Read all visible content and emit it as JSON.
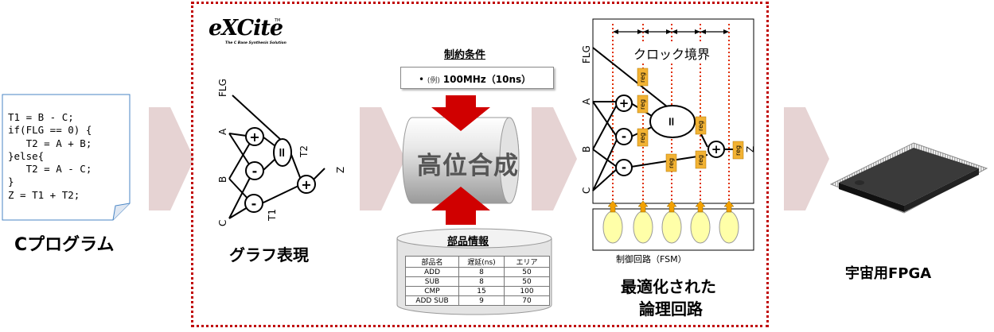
{
  "program": {
    "code": "T1 = B - C;\nif(FLG == 0) {\n   T2 = A + B;\n}else{\n   T2 = A - C;\n}\nZ = T1 + T2;",
    "caption": "Cプログラム"
  },
  "excite": {
    "logo": "eXCite",
    "tm": "TM",
    "subtitle": "The C Base Synthesis Solution"
  },
  "graph": {
    "caption": "グラフ表現",
    "inputs": [
      "FLG",
      "A",
      "B",
      "C"
    ],
    "ops": [
      "+",
      "-",
      "-",
      "+"
    ],
    "mux": "=",
    "t1": "T1",
    "t2": "T2",
    "z": "Z"
  },
  "constraint": {
    "title": "制約条件",
    "bullet": "•",
    "example": "(例)",
    "value": "100MHz（10ns）"
  },
  "synthesis": {
    "label": "高位合成"
  },
  "parts": {
    "title": "部品情報",
    "headers": [
      "部品名",
      "遅延(ns)",
      "エリア"
    ],
    "rows": [
      [
        "ADD",
        "8",
        "50"
      ],
      [
        "SUB",
        "8",
        "50"
      ],
      [
        "CMP",
        "15",
        "100"
      ],
      [
        "ADD SUB",
        "9",
        "70"
      ]
    ]
  },
  "circuit": {
    "clock_label": "クロック境界",
    "inputs": [
      "FLG",
      "A",
      "B",
      "C"
    ],
    "reg": "reg",
    "ops": [
      "+",
      "-",
      "-",
      "+"
    ],
    "mux": "=",
    "z": "Z",
    "fsm_label": "制御回路（FSM）",
    "caption_line1": "最適化された",
    "caption_line2": "論理回路"
  },
  "fpga": {
    "caption": "宇宙用FPGA"
  },
  "colors": {
    "arrow_pink": "#e6d3d3",
    "red": "#d00000",
    "dotted_red": "#c00000",
    "reg_yellow": "#f2b233",
    "fsm_yellow": "#ffffa8",
    "cylinder": "#d9d9d9"
  }
}
